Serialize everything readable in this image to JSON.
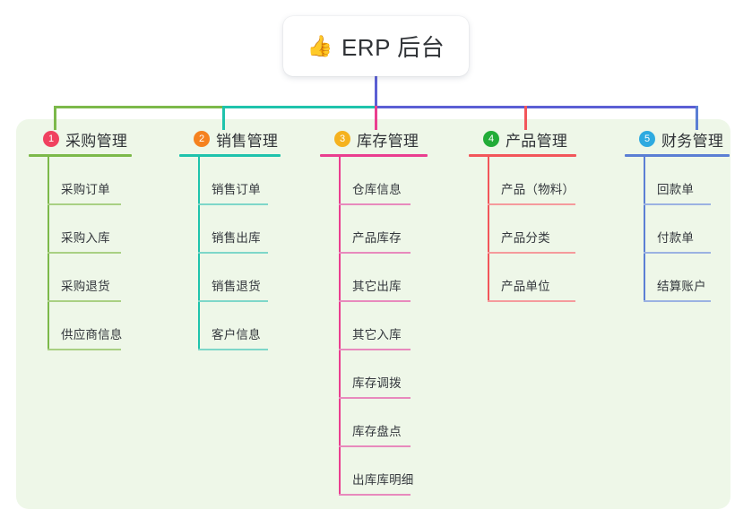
{
  "root": {
    "emoji": "👍",
    "icon_name": "thumbs-up-icon",
    "label": "ERP 后台"
  },
  "canvas": {
    "background": "#ffffff",
    "panel_color": "#eef7e8"
  },
  "branches": [
    {
      "number": "1",
      "title": "采购管理",
      "badge_color": "#f0415f",
      "line_color": "#7cb94a",
      "leaf_line_color": "#a9d083",
      "items": [
        {
          "label": "采购订单"
        },
        {
          "label": "采购入库"
        },
        {
          "label": "采购退货"
        },
        {
          "label": "供应商信息"
        }
      ]
    },
    {
      "number": "2",
      "title": "销售管理",
      "badge_color": "#f5821f",
      "line_color": "#1fc3ac",
      "leaf_line_color": "#7ed7c9",
      "items": [
        {
          "label": "销售订单"
        },
        {
          "label": "销售出库"
        },
        {
          "label": "销售退货"
        },
        {
          "label": "客户信息"
        }
      ]
    },
    {
      "number": "3",
      "title": "库存管理",
      "badge_color": "#f5b21f",
      "line_color": "#ea3e8f",
      "leaf_line_color": "#e88abd",
      "items": [
        {
          "label": "仓库信息"
        },
        {
          "label": "产品库存"
        },
        {
          "label": "其它出库"
        },
        {
          "label": "其它入库"
        },
        {
          "label": "库存调拨"
        },
        {
          "label": "库存盘点"
        },
        {
          "label": "出库库明细"
        }
      ]
    },
    {
      "number": "4",
      "title": "产品管理",
      "badge_color": "#22ac38",
      "line_color": "#f2565a",
      "leaf_line_color": "#f59a9c",
      "items": [
        {
          "label": "产品（物料）"
        },
        {
          "label": "产品分类"
        },
        {
          "label": "产品单位"
        }
      ]
    },
    {
      "number": "5",
      "title": "财务管理",
      "badge_color": "#2eaae0",
      "line_color": "#5b7fd4",
      "leaf_line_color": "#9bb2e2",
      "items": [
        {
          "label": "回款单"
        },
        {
          "label": "付款单"
        },
        {
          "label": "结算账户"
        }
      ]
    }
  ],
  "connectors": {
    "stem_color": "#5b5fd4",
    "bus_segments": [
      {
        "color": "#7cb94a"
      },
      {
        "color": "#1fc3ac"
      },
      {
        "color": "#5b5fd4"
      }
    ]
  }
}
